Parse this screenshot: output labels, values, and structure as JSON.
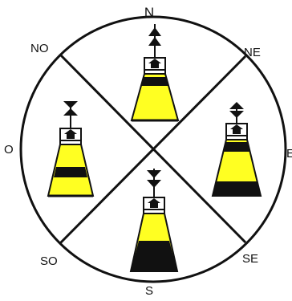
{
  "directions": {
    "n": "N",
    "ne": "NE",
    "e": "E",
    "se": "SE",
    "s": "S",
    "so": "SO",
    "o": "O",
    "no": "NO"
  },
  "colors": {
    "line": "#111111",
    "yellow": "#FFFF22",
    "black": "#111111",
    "background": "#ffffff"
  },
  "buoys": [
    {
      "quadrant": "north",
      "topmark": "two-cones-point-up",
      "bands": [
        "black",
        "yellow"
      ]
    },
    {
      "quadrant": "east",
      "topmark": "two-cones-base-to-base",
      "bands": [
        "black",
        "yellow",
        "black"
      ]
    },
    {
      "quadrant": "south",
      "topmark": "two-cones-point-down",
      "bands": [
        "yellow",
        "black"
      ]
    },
    {
      "quadrant": "west",
      "topmark": "two-cones-point-to-point",
      "bands": [
        "yellow",
        "black",
        "yellow"
      ]
    }
  ]
}
